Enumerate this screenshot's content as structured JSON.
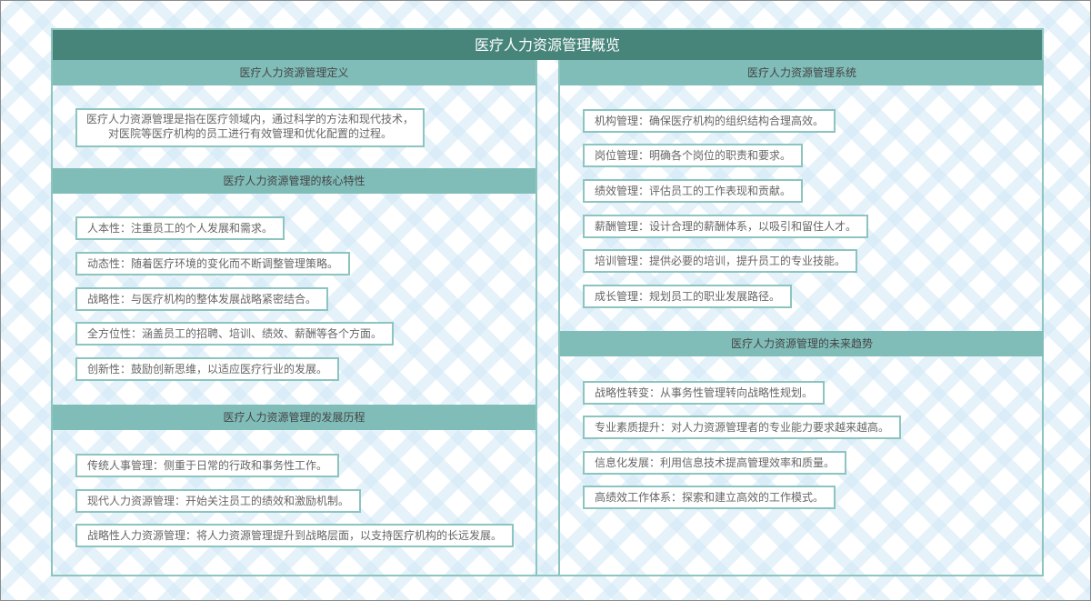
{
  "title": "医疗人力资源管理概览",
  "colors": {
    "title_bar": "#47857b",
    "section_header": "#80bdb9",
    "border": "#8cc4c0",
    "text": "#666666"
  },
  "left": {
    "definition": {
      "header": "医疗人力资源管理定义",
      "lines": [
        "医疗人力资源管理是指在医疗领域内，通过科学的方法和现代技术，",
        "对医院等医疗机构的员工进行有效管理和优化配置的过程。"
      ]
    },
    "core": {
      "header": "医疗人力资源管理的核心特性",
      "items": [
        "人本性：注重员工的个人发展和需求。",
        "动态性：随着医疗环境的变化而不断调整管理策略。",
        "战略性：与医疗机构的整体发展战略紧密结合。",
        "全方位性：涵盖员工的招聘、培训、绩效、薪酬等各个方面。",
        "创新性：鼓励创新思维，以适应医疗行业的发展。"
      ]
    },
    "history": {
      "header": "医疗人力资源管理的发展历程",
      "items": [
        "传统人事管理：侧重于日常的行政和事务性工作。",
        "现代人力资源管理：开始关注员工的绩效和激励机制。",
        "战略性人力资源管理：将人力资源管理提升到战略层面，以支持医疗机构的长远发展。"
      ]
    }
  },
  "right": {
    "system": {
      "header": "医疗人力资源管理系统",
      "items": [
        "机构管理：确保医疗机构的组织结构合理高效。",
        "岗位管理：明确各个岗位的职责和要求。",
        "绩效管理：评估员工的工作表现和贡献。",
        "薪酬管理：设计合理的薪酬体系，以吸引和留住人才。",
        "培训管理：提供必要的培训，提升员工的专业技能。",
        "成长管理：规划员工的职业发展路径。"
      ]
    },
    "future": {
      "header": "医疗人力资源管理的未来趋势",
      "items": [
        "战略性转变：从事务性管理转向战略性规划。",
        "专业素质提升：对人力资源管理者的专业能力要求越来越高。",
        "信息化发展：利用信息技术提高管理效率和质量。",
        "高绩效工作体系：探索和建立高效的工作模式。"
      ]
    }
  }
}
